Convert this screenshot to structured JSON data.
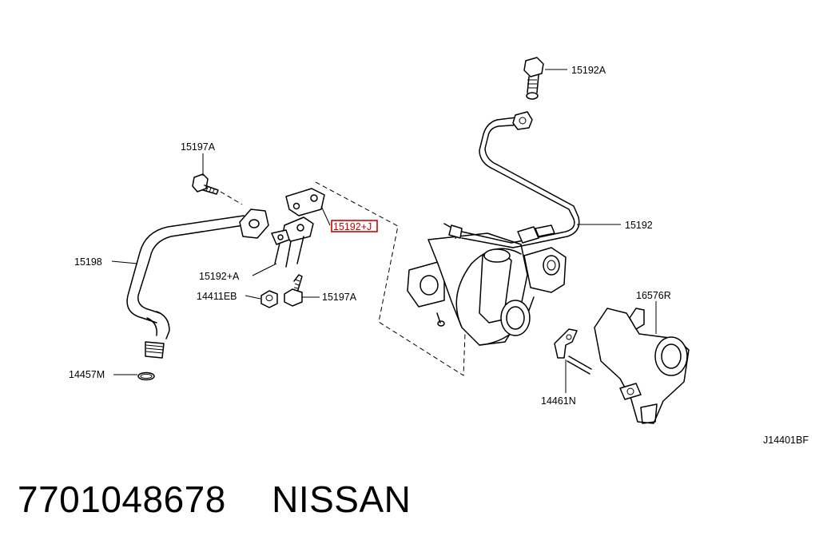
{
  "diagram": {
    "code": "J14401BF",
    "labels": {
      "bolt_top_right": "15192A",
      "tube_right": "15192",
      "cooling_outlet": "16576R",
      "clamp_bracket": "14461N",
      "bolt_upper_left": "15197A",
      "return_hose": "15198",
      "gasket_flange": "15192+A",
      "nut": "14411EB",
      "bolt_lower": "15197A",
      "o_ring": "14457M",
      "highlighted_part": "15192+J"
    }
  },
  "footer": {
    "part_number": "7701048678",
    "brand": "NISSAN"
  },
  "colors": {
    "highlight": "#d40000",
    "line": "#000000",
    "background": "#ffffff"
  }
}
